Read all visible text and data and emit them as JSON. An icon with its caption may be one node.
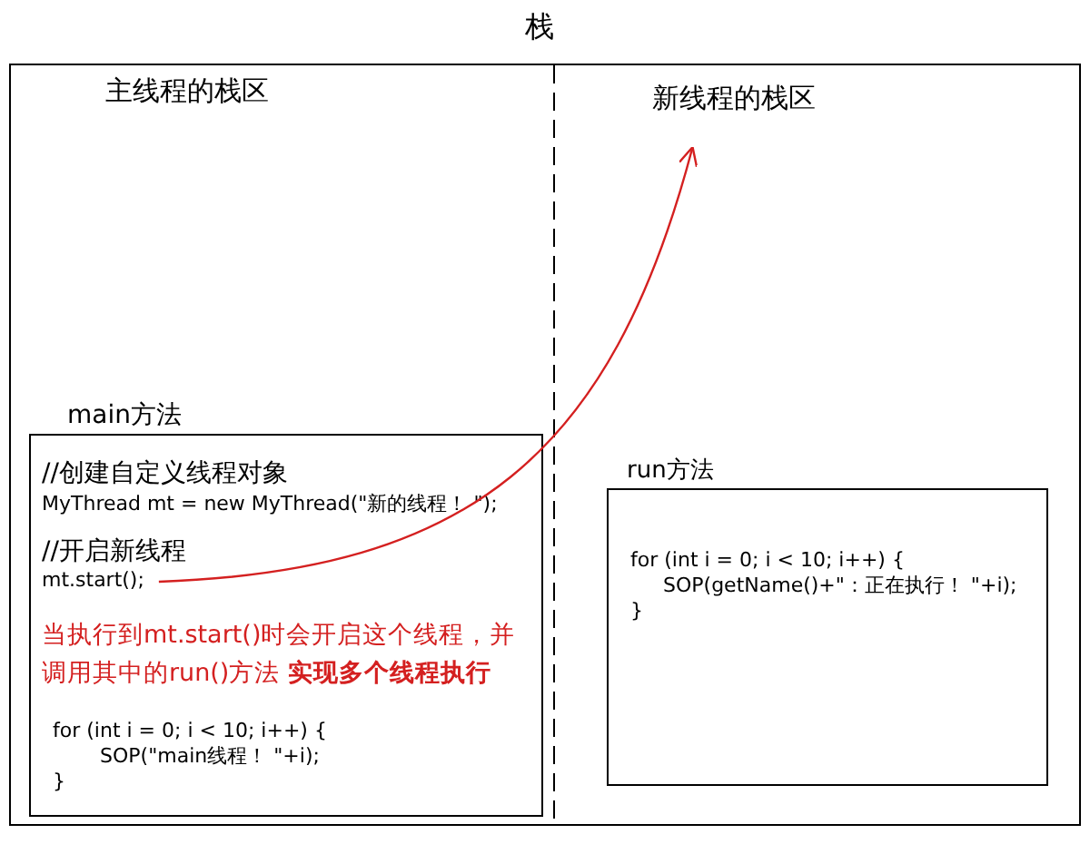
{
  "diagram": {
    "nodes": [
      {
        "text": [
          "栈"
        ]
      },
      {
        "text": [
          "主线程的栈区"
        ],
        "in": 0
      },
      {
        "text": [
          "新线程的栈区"
        ],
        "in": 0
      },
      {
        "text": [
          "main方法",
          "//创建自定义线程对象",
          "MyThread mt = new MyThread(\"新的线程！ \");",
          "//开启新线程",
          "mt.start();",
          "当执行到mt.start()时会开启这个线程，并调用其中的run()方法 **实现多个线程执行**",
          "for (int i = 0; i < 10; i++) {",
          "SOP(\"main线程！ \"+i);",
          "}"
        ],
        "in": 1
      },
      {
        "text": [
          "run方法",
          "for (int i = 0; i < 10; i++) {",
          "SOP(getName()+\"：正在执行！ \"+i);",
          "}"
        ],
        "in": 2
      }
    ],
    "edges": [
      {
        "from": 3,
        "to": 2,
        "arrow": "to",
        "color": "#d42020"
      }
    ]
  }
}
